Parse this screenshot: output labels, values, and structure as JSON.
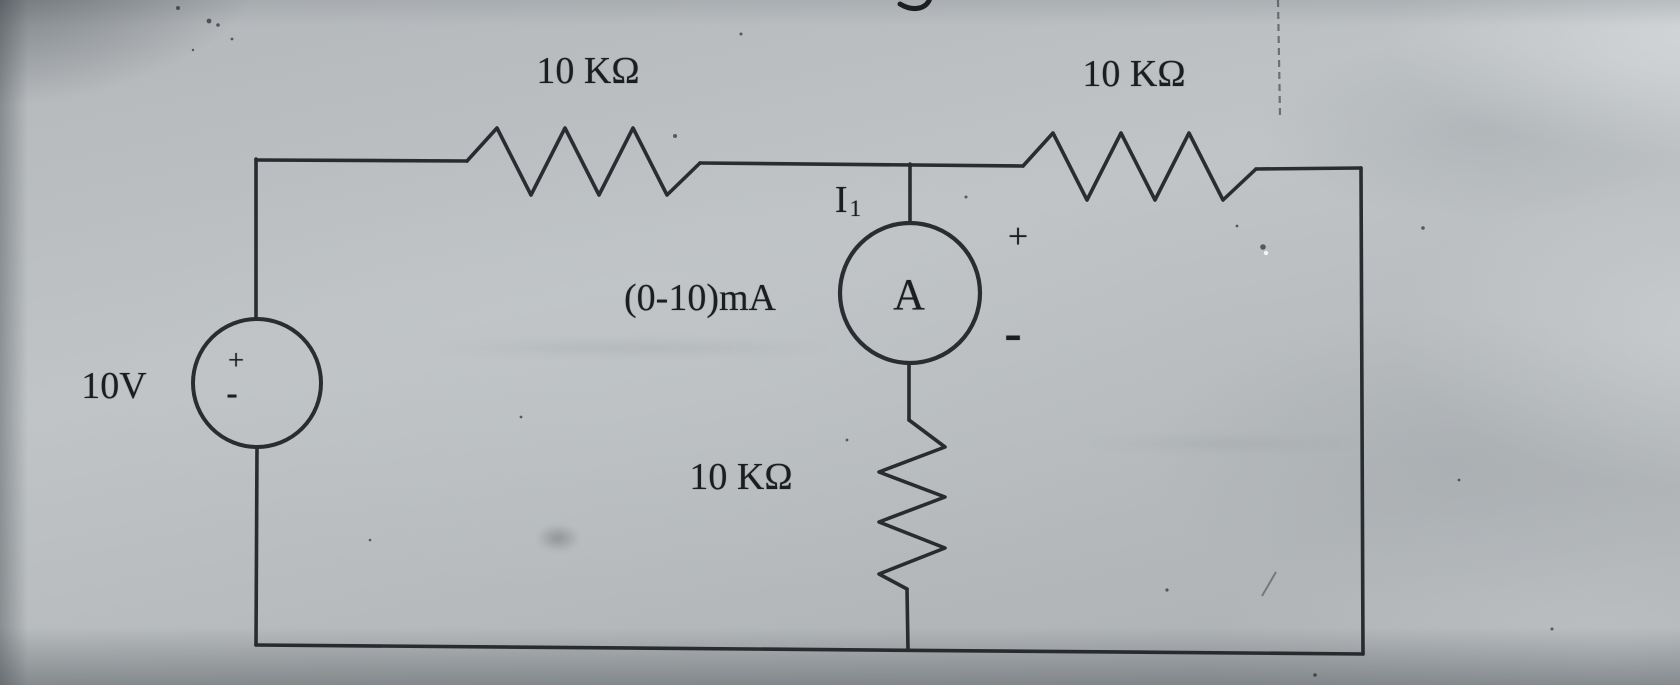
{
  "page": {
    "description": "Photographed circuit schematic on gray paper",
    "paper_color": "#b7bbbe",
    "ink_color": "#1e2023"
  },
  "circuit": {
    "voltage_source": {
      "label": "10V",
      "plus": "+",
      "minus": "-"
    },
    "resistor_top_left": {
      "label": "10 KΩ"
    },
    "resistor_top_right": {
      "label": "10 KΩ"
    },
    "resistor_middle": {
      "label": "10 KΩ"
    },
    "ammeter": {
      "symbol": "A",
      "range_label": "(0-10)mA",
      "current_label": "I",
      "current_subscript": "1",
      "plus": "+",
      "minus": "-"
    }
  }
}
